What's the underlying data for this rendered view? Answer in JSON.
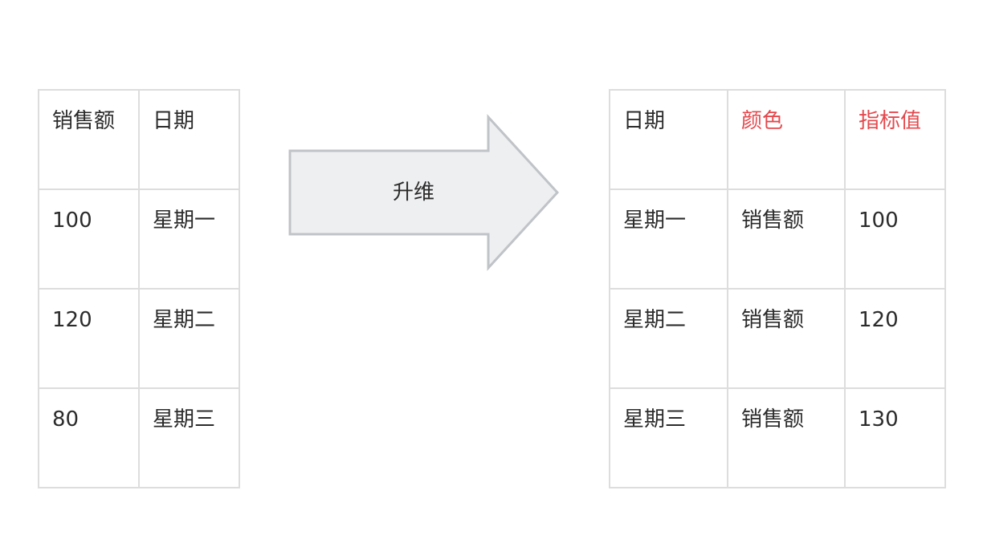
{
  "source_table": {
    "header": [
      "销售额",
      "日期"
    ],
    "rows": [
      [
        "100",
        "星期一"
      ],
      [
        "120",
        "星期二"
      ],
      [
        "80",
        "星期三"
      ]
    ]
  },
  "arrow": {
    "label": "升维",
    "fill_color": "#eeeff1",
    "stroke_color": "#c0c3c7"
  },
  "result_table": {
    "header": [
      "日期",
      "颜色",
      "指标值"
    ],
    "rows": [
      [
        "星期一",
        "销售额",
        "100"
      ],
      [
        "星期二",
        "销售额",
        "120"
      ],
      [
        "星期三",
        "销售额",
        "130"
      ]
    ]
  },
  "colors": {
    "accent_header": "#e5484d",
    "grid_line": "#dddddd",
    "text": "#2b2b2b"
  }
}
